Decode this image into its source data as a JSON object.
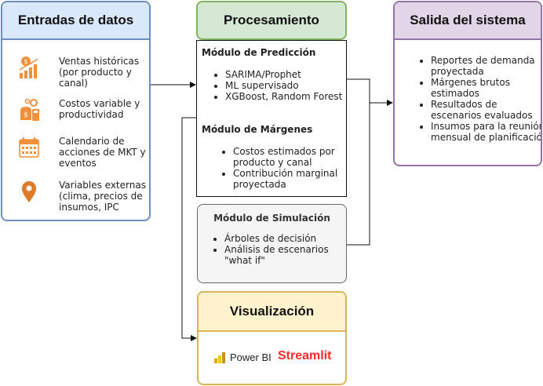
{
  "entradas": {
    "title": "Entradas de datos",
    "items": [
      {
        "icon": "sales-chart-icon",
        "text": "Ventas históricas (por producto y canal)"
      },
      {
        "icon": "money-gears-icon",
        "text": "Costos variable y productividad"
      },
      {
        "icon": "calendar-icon",
        "text": "Calendario de acciones de MKT y eventos"
      },
      {
        "icon": "location-pin-icon",
        "text": "Variables externas (clima, precios de insumos, IPC"
      }
    ]
  },
  "procesamiento": {
    "title": "Procesamiento",
    "prediccion": {
      "title": "Módulo de Predicción",
      "items": [
        "SARIMA/Prophet",
        "ML supervisado",
        "XGBoost, Random Forest"
      ]
    },
    "margenes": {
      "title": "Módulo de Márgenes",
      "items": [
        "Costos estimados por producto y canal",
        "Contribución marginal proyectada"
      ]
    }
  },
  "simulacion": {
    "title": "Módulo de Simulación",
    "items": [
      "Árboles de decisión",
      "Análisis de escenarios \"what if\""
    ]
  },
  "visualizacion": {
    "title": "Visualización",
    "tools": [
      "Power BI",
      "Streamlit"
    ]
  },
  "salida": {
    "title": "Salida del sistema",
    "items": [
      "Reportes de demanda proyectada",
      "Márgenes brutos estimados",
      "Resultados de escenarios evaluados",
      "Insumos para la reunión mensual de planificación"
    ]
  },
  "colors": {
    "blue_fill": "#dae8fc",
    "blue_border": "#6c8ebf",
    "green_fill": "#d5e8d4",
    "green_border": "#82b366",
    "purple_fill": "#e1d5e7",
    "purple_border": "#9673a6",
    "yellow_fill": "#fff2cc",
    "yellow_border": "#d6b656",
    "gray_fill": "#f5f5f5",
    "gray_border": "#666666",
    "icon_orange": "#f0913a",
    "streamlit_red": "#ff2b2b",
    "powerbi_gold": "#f2c811"
  }
}
